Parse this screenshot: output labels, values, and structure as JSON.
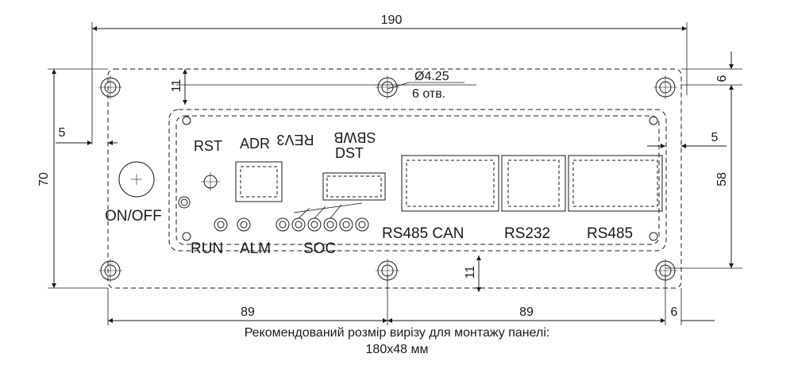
{
  "dimensions": {
    "total_width": "190",
    "total_height": "70",
    "hole_spec_line1": "Ø4.25",
    "hole_spec_line2": "6 отв.",
    "top_offset": "11",
    "bottom_offset": "11",
    "edge_top": "6",
    "edge_right": "6",
    "inner_height": "58",
    "left_margin": "5",
    "right_margin": "5",
    "half_left": "89",
    "half_right": "89"
  },
  "panel_labels": {
    "rst": "RST",
    "adr": "ADR",
    "rev": "REV3",
    "sbwb": "SBWB",
    "dst": "DST",
    "on_off": "ON/OFF",
    "run": "RUN",
    "alm": "ALM",
    "soc": "SOC",
    "rs485_can": "RS485 CAN",
    "rs232": "RS232",
    "rs485": "RS485"
  },
  "caption": {
    "line1": "Рекомендований розмір вирізу для монтажу панелі:",
    "line2": "180x48 мм"
  },
  "colors": {
    "line": "#1a1a1a"
  }
}
